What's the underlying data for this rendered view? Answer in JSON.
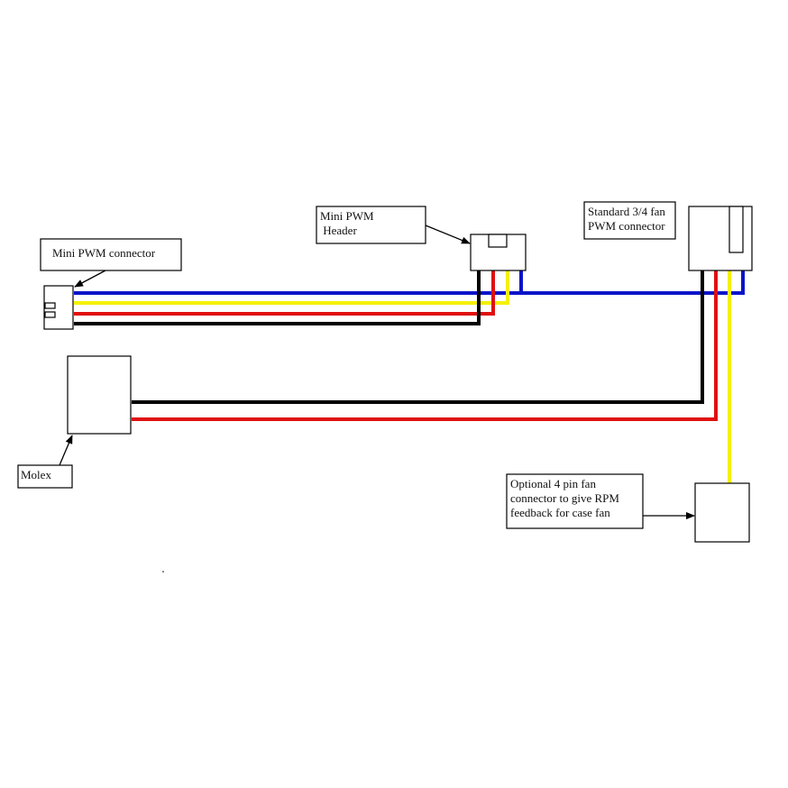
{
  "title": "PWM fan splitter wiring diagram",
  "colors": {
    "blue": "#0a14c8",
    "yellow": "#f5f000",
    "red": "#e01010",
    "black": "#000000",
    "outline": "#000000"
  },
  "labels": {
    "mini_pwm_connector": [
      "Mini PWM connector"
    ],
    "mini_pwm_header": [
      "Mini PWM",
      " Header"
    ],
    "standard_connector": [
      "Standard 3/4 fan",
      "PWM connector"
    ],
    "molex": [
      "Molex"
    ],
    "optional_connector": [
      "Optional 4 pin fan",
      "connector to give RPM",
      "feedback for case fan"
    ]
  },
  "components": [
    {
      "id": "mini-pwm-connector",
      "description": "Mini PWM connector"
    },
    {
      "id": "mini-pwm-header",
      "description": "Mini PWM Header"
    },
    {
      "id": "standard-fan-connector",
      "description": "Standard 3/4 fan PWM connector"
    },
    {
      "id": "molex-connector",
      "description": "Molex"
    },
    {
      "id": "optional-fan-connector",
      "description": "Optional 4 pin fan connector"
    }
  ],
  "wires": [
    {
      "color": "blue",
      "from": "mini-pwm-connector",
      "to": "standard-fan-connector",
      "via": "mini-pwm-header"
    },
    {
      "color": "yellow",
      "from": "mini-pwm-connector",
      "to": "mini-pwm-header"
    },
    {
      "color": "red",
      "from": "mini-pwm-connector",
      "to": "mini-pwm-header"
    },
    {
      "color": "black",
      "from": "mini-pwm-connector",
      "to": "mini-pwm-header"
    },
    {
      "color": "black",
      "from": "molex-connector",
      "to": "standard-fan-connector"
    },
    {
      "color": "red",
      "from": "molex-connector",
      "to": "standard-fan-connector"
    },
    {
      "color": "yellow",
      "from": "standard-fan-connector",
      "to": "optional-fan-connector"
    }
  ]
}
